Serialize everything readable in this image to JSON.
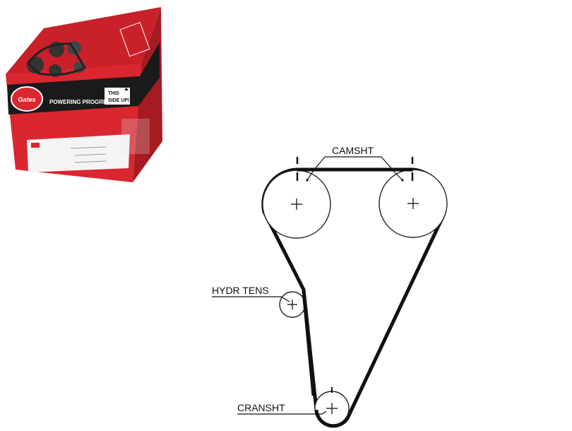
{
  "product_box": {
    "brand_logo": "Gates",
    "slogan": "POWERING PROGRESS™",
    "side_up_notice": [
      "THIS",
      "SIDE UP!"
    ],
    "colors": {
      "box_red": "#d9262f",
      "box_dark_red": "#a61a22",
      "stripe_black": "#1a1a1a",
      "label_white": "#f4f4f4"
    }
  },
  "diagram": {
    "labels": {
      "camshaft": "CAMSHT",
      "hydraulic_tensioner": "HYDR TENS",
      "crankshaft": "CRANSHT"
    },
    "colors": {
      "belt": "#111111",
      "pulley": "#222222"
    }
  }
}
